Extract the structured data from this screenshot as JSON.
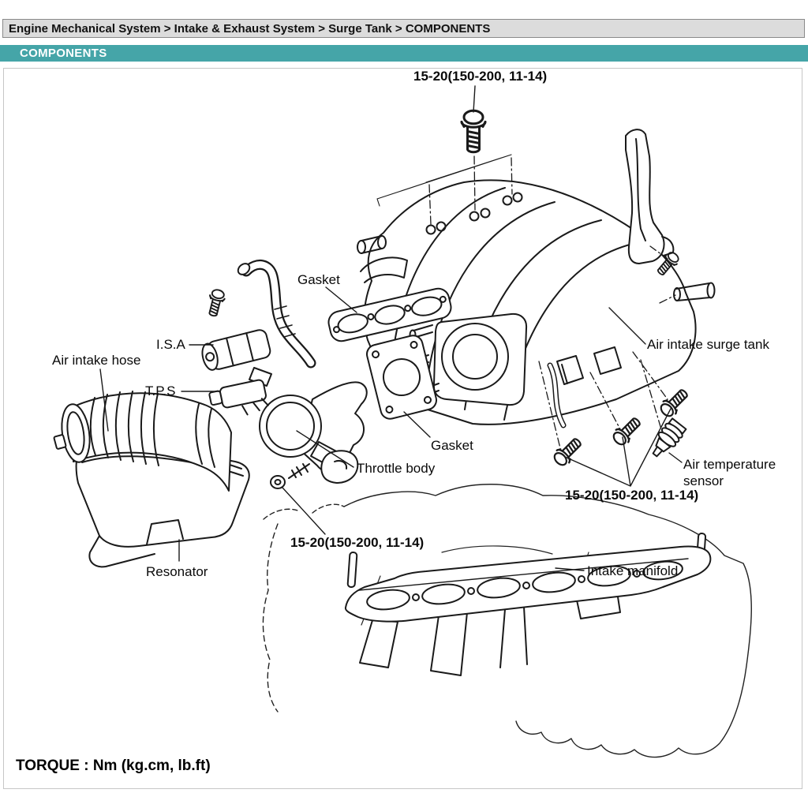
{
  "breadcrumb": "Engine Mechanical System > Intake & Exhaust System > Surge Tank > COMPONENTS",
  "section_header": "COMPONENTS",
  "figure": {
    "labels": {
      "torque_top": "15-20(150-200, 11-14)",
      "gasket_upper": "Gasket",
      "isa": "I.S.A",
      "air_intake_hose": "Air intake hose",
      "tps": "T.P.S",
      "gasket_lower": "Gasket",
      "throttle_body": "Throttle body",
      "air_intake_surge_tank": "Air intake surge tank",
      "air_temperature_sensor": "Air temperature sensor",
      "torque_right": "15-20(150-200, 11-14)",
      "torque_center": "15-20(150-200, 11-14)",
      "resonator": "Resonator",
      "intake_manifold": "Intake manifold"
    },
    "torque_note": "TORQUE : Nm (kg.cm, lb.ft)"
  },
  "colors": {
    "header_bar": "#45a5a8",
    "header_text": "#ffffff",
    "breadcrumb_bg": "#dcdcdc",
    "breadcrumb_border": "#8a8a8a",
    "breadcrumb_text": "#111111",
    "figure_border": "#c6c6c6",
    "ink": "#1a1a1a"
  }
}
